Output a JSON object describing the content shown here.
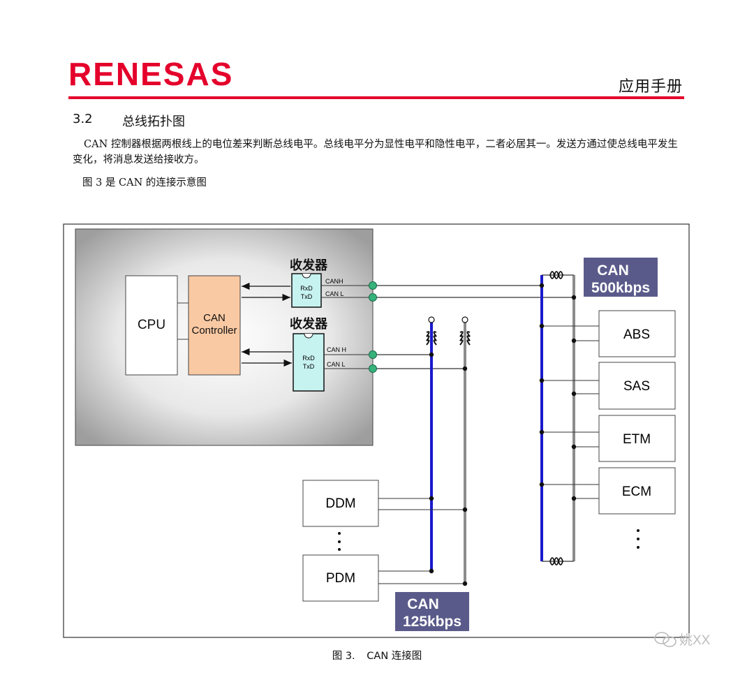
{
  "header": {
    "logo_text": "RENESAS",
    "title": "应用手册"
  },
  "section": {
    "number": "3.2",
    "title": "总线拓扑图"
  },
  "body": {
    "paragraph1": "CAN 控制器根据两根线上的电位差来判断总线电平。总线电平分为显性电平和隐性电平，二者必居其一。发送方通过使总线电平发生变化，将消息发送给接收方。",
    "paragraph2": "图 3 是 CAN 的连接示意图"
  },
  "diagram": {
    "cpu_label": "CPU",
    "can_controller_line1": "CAN",
    "can_controller_line2": "Controller",
    "transceiver_label": "收发器",
    "transceiver_rxd": "RxD",
    "transceiver_txd": "TxD",
    "canh_label_1": "CANH",
    "canl_label_1": "CAN L",
    "canh_label_2": "CAN H",
    "canl_label_2": "CAN L",
    "fast_bus_line1": "CAN",
    "fast_bus_line2": "500kbps",
    "slow_bus_line1": "CAN",
    "slow_bus_line2": "125kbps",
    "fast_nodes": [
      "ABS",
      "SAS",
      "ETM",
      "ECM"
    ],
    "slow_nodes": [
      "DDM",
      "PDM"
    ],
    "colors": {
      "can_h": "#1a1acc",
      "can_l": "#8c8c8c",
      "controller": "#f9c9a3",
      "transceiver": "#c6f2f0",
      "badge": "#5a5a8a",
      "connector": "#36b27a"
    }
  },
  "caption": {
    "label": "图 3.",
    "text": "CAN 连接图"
  },
  "watermark": {
    "text": "姚XX"
  }
}
